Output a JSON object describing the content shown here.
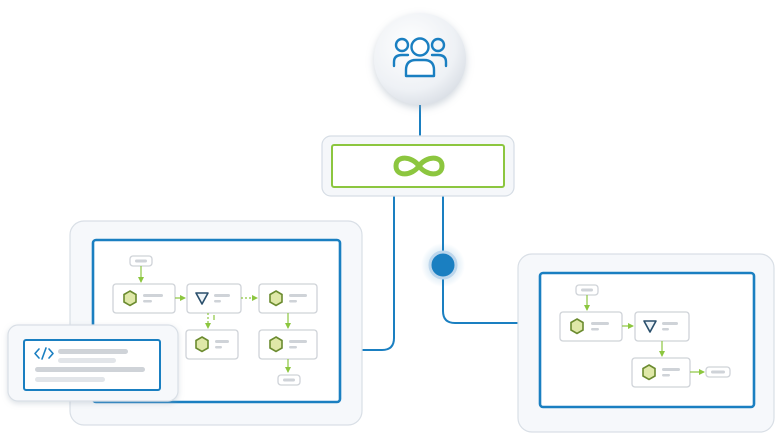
{
  "colors": {
    "blue": "#1a7fc1",
    "blue_dark": "#166fa8",
    "green": "#8cc63f",
    "green_dark": "#6e9d2a",
    "hex_fill": "#dfe8a8",
    "hex_stroke": "#6b8b2f",
    "tri_stroke": "#2a4f6c",
    "placeholder": "#cfd3d8",
    "panel_border": "#d9dfe6",
    "panel_fill": "#f6f8fb"
  },
  "nodes": {
    "top": {
      "icon": "users-group-icon"
    },
    "hub": {
      "icon": "infinity-icon"
    },
    "junction": {
      "icon": "blue-dot-icon"
    },
    "code_card": {
      "icon": "code-brackets-icon"
    }
  },
  "left_flow": {
    "start_pill": "pill",
    "steps": [
      "hexagon-icon",
      "triangle-down-icon",
      "hexagon-icon",
      "hexagon-icon",
      "hexagon-icon"
    ],
    "end_pill": "pill"
  },
  "right_flow": {
    "start_pill": "pill",
    "steps": [
      "hexagon-icon",
      "triangle-down-icon",
      "hexagon-icon"
    ],
    "end_pill": "pill"
  }
}
